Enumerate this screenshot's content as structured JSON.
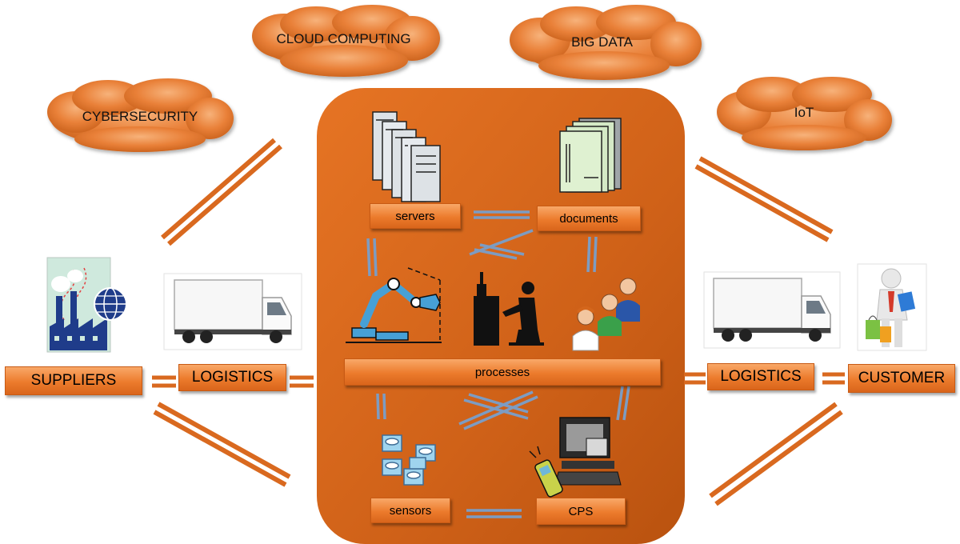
{
  "clouds": {
    "cloud_computing": "CLOUD COMPUTING",
    "big_data": "BIG DATA",
    "cybersecurity": "CYBERSECURITY",
    "iot": "IoT"
  },
  "center": {
    "servers": "servers",
    "documents": "documents",
    "processes": "processes",
    "sensors": "sensors",
    "cps": "CPS"
  },
  "left": {
    "suppliers": "SUPPLIERS",
    "logistics": "LOGISTICS"
  },
  "right": {
    "logistics": "LOGISTICS",
    "customer": "CUSTOMER"
  },
  "colors": {
    "accent_orange": "#e8782c",
    "dark_orange": "#c85a14",
    "connector_blue": "#6d8fb8"
  }
}
